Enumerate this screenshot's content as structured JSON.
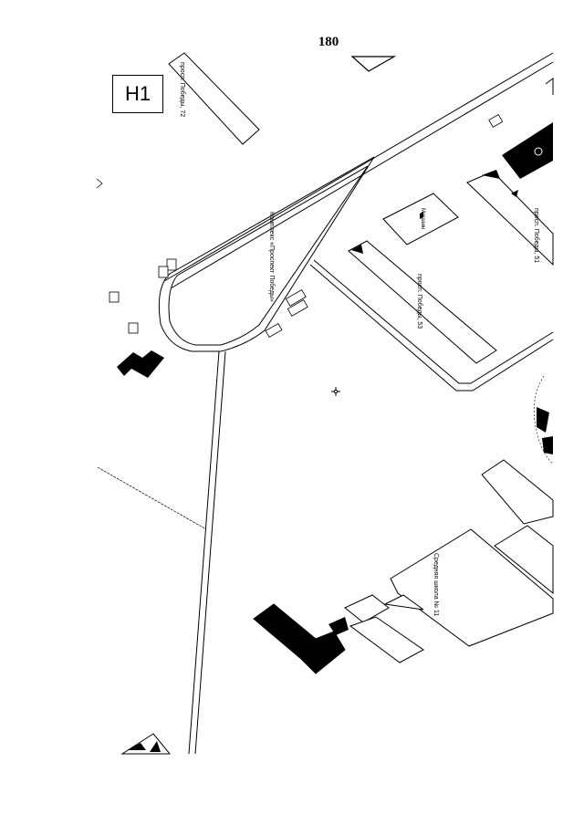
{
  "page": {
    "number": "180"
  },
  "zone": {
    "code": "Н1"
  },
  "labels": {
    "street_pobedy_72": "просп. Победы, 72",
    "square_prospekt_pobedy": "Комплекс «Проспект Победы»",
    "street_pobedy_51": "просп. Победы, 51",
    "street_pobedy_53": "просп. Победы, 53",
    "shop": "Магазин",
    "school_11": "Средняя школа № 11"
  },
  "colors": {
    "ink": "#000000",
    "paper": "#ffffff"
  },
  "icons": [
    "north-arrow-triangle-icon",
    "survey-point-icon",
    "striped-marker-icon"
  ]
}
